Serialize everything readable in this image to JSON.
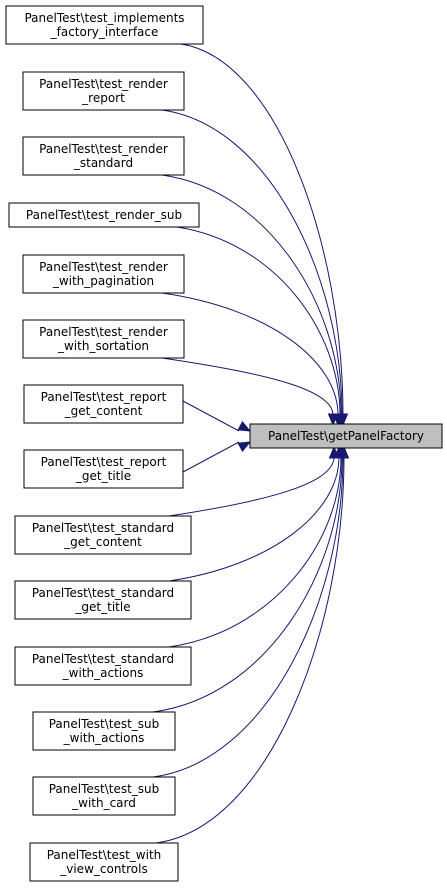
{
  "graph": {
    "target": {
      "label": "PanelTest\\getPanelFactory",
      "fill": "#bfbfbf"
    },
    "edge_color": "#191970",
    "callers": [
      {
        "lines": [
          "PanelTest\\test_implements",
          "_factory_interface"
        ]
      },
      {
        "lines": [
          "PanelTest\\test_render",
          "_report"
        ]
      },
      {
        "lines": [
          "PanelTest\\test_render",
          "_standard"
        ]
      },
      {
        "lines": [
          "PanelTest\\test_render_sub"
        ]
      },
      {
        "lines": [
          "PanelTest\\test_render",
          "_with_pagination"
        ]
      },
      {
        "lines": [
          "PanelTest\\test_render",
          "_with_sortation"
        ]
      },
      {
        "lines": [
          "PanelTest\\test_report",
          "_get_content"
        ]
      },
      {
        "lines": [
          "PanelTest\\test_report",
          "_get_title"
        ]
      },
      {
        "lines": [
          "PanelTest\\test_standard",
          "_get_content"
        ]
      },
      {
        "lines": [
          "PanelTest\\test_standard",
          "_get_title"
        ]
      },
      {
        "lines": [
          "PanelTest\\test_standard",
          "_with_actions"
        ]
      },
      {
        "lines": [
          "PanelTest\\test_sub",
          "_with_actions"
        ]
      },
      {
        "lines": [
          "PanelTest\\test_sub",
          "_with_card"
        ]
      },
      {
        "lines": [
          "PanelTest\\test_with",
          "_view_controls"
        ]
      }
    ]
  }
}
